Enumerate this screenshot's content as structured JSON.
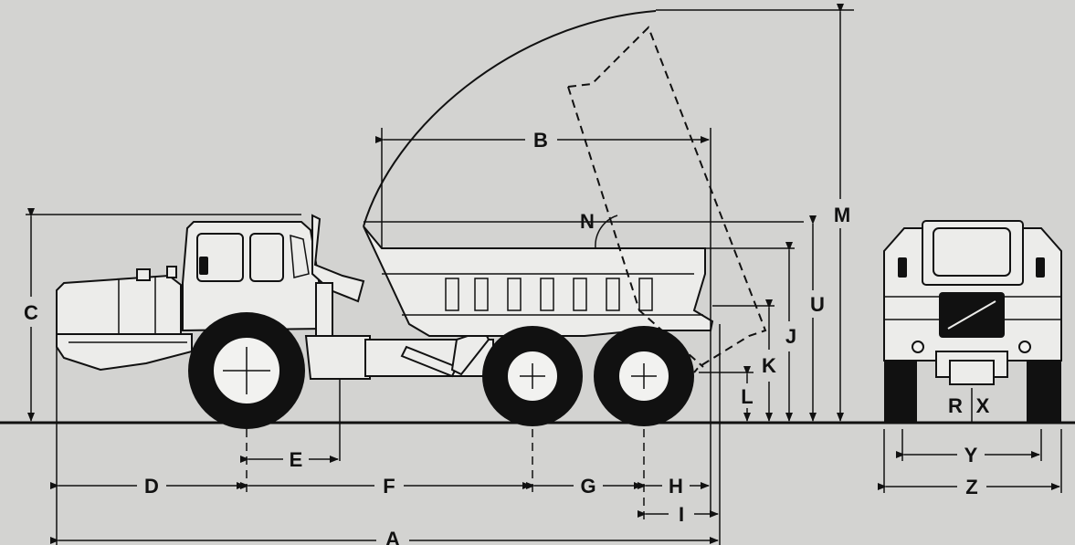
{
  "dimension_labels": {
    "A": "A",
    "B": "B",
    "C": "C",
    "D": "D",
    "E": "E",
    "F": "F",
    "G": "G",
    "H": "H",
    "I": "I",
    "J": "J",
    "K": "K",
    "L": "L",
    "M": "M",
    "N": "N",
    "R": "R",
    "U": "U",
    "X": "X",
    "Y": "Y",
    "Z": "Z"
  }
}
